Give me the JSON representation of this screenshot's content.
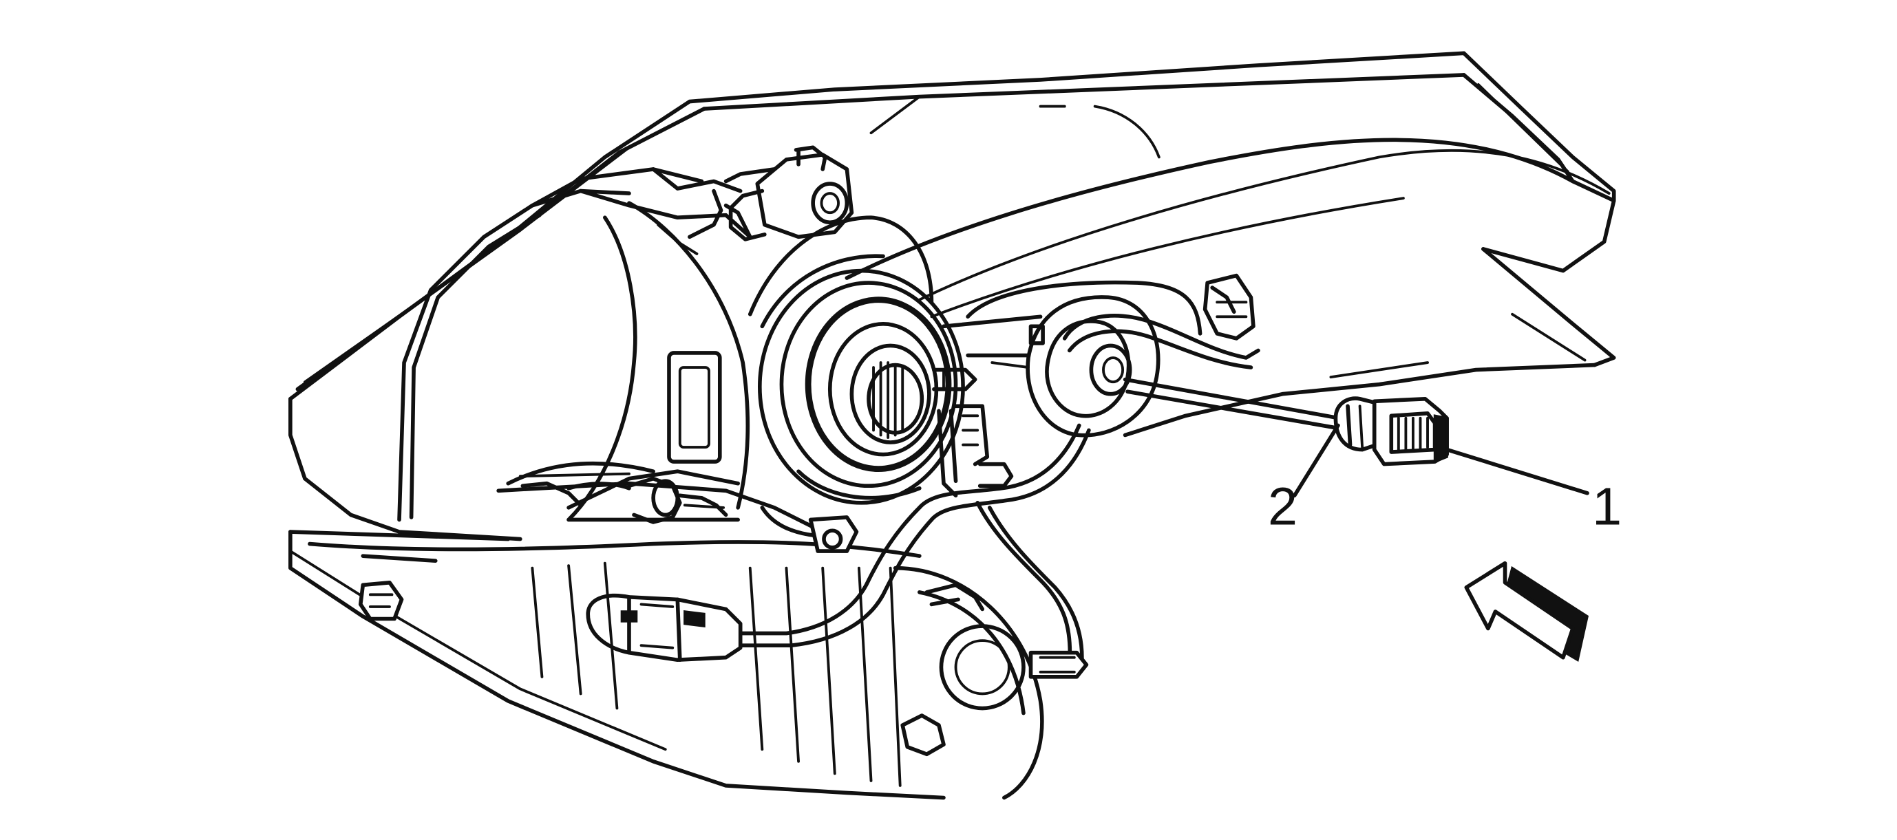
{
  "callouts": [
    {
      "id": "callout-1",
      "label": "1"
    },
    {
      "id": "callout-2",
      "label": "2"
    }
  ],
  "colors": {
    "line": "#111111",
    "background": "#ffffff"
  }
}
